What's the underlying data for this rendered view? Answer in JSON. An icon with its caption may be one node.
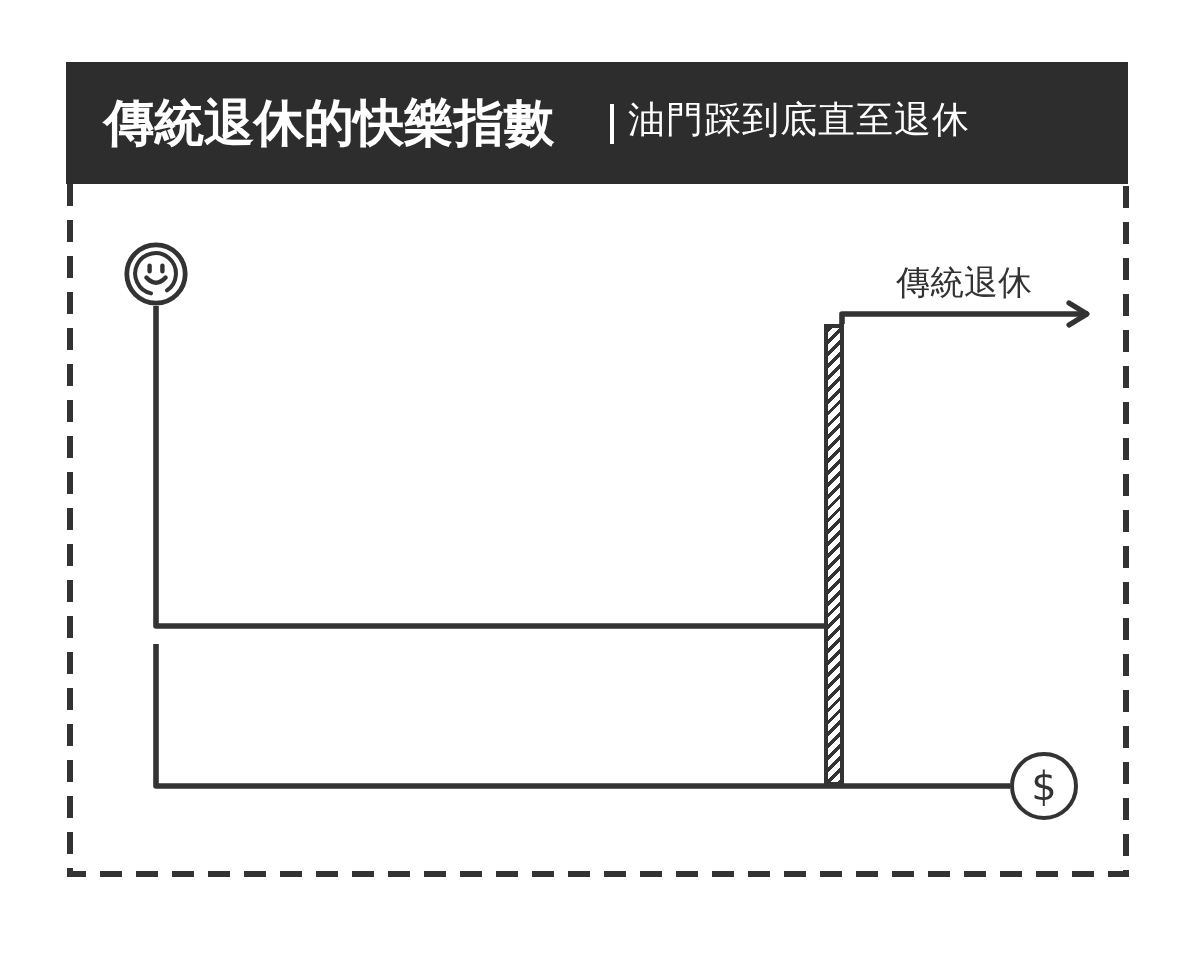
{
  "diagram": {
    "title": "傳統退休的快樂指數",
    "nodes": [
      {
        "text": [],
        "shape": "circle"
      },
      {
        "text": [],
        "shape": "bar"
      },
      {
        "text": [
          "$"
        ]
      }
    ],
    "edges": [
      {
        "from": 0,
        "to": 1,
        "arrow": "none"
      },
      {
        "from": 1,
        "to": null,
        "arrow": "to",
        "label": "傳統退休"
      },
      {
        "from": null,
        "to": 2,
        "arrow": "none"
      }
    ],
    "labels": [
      "油門踩到底直至退休"
    ]
  }
}
